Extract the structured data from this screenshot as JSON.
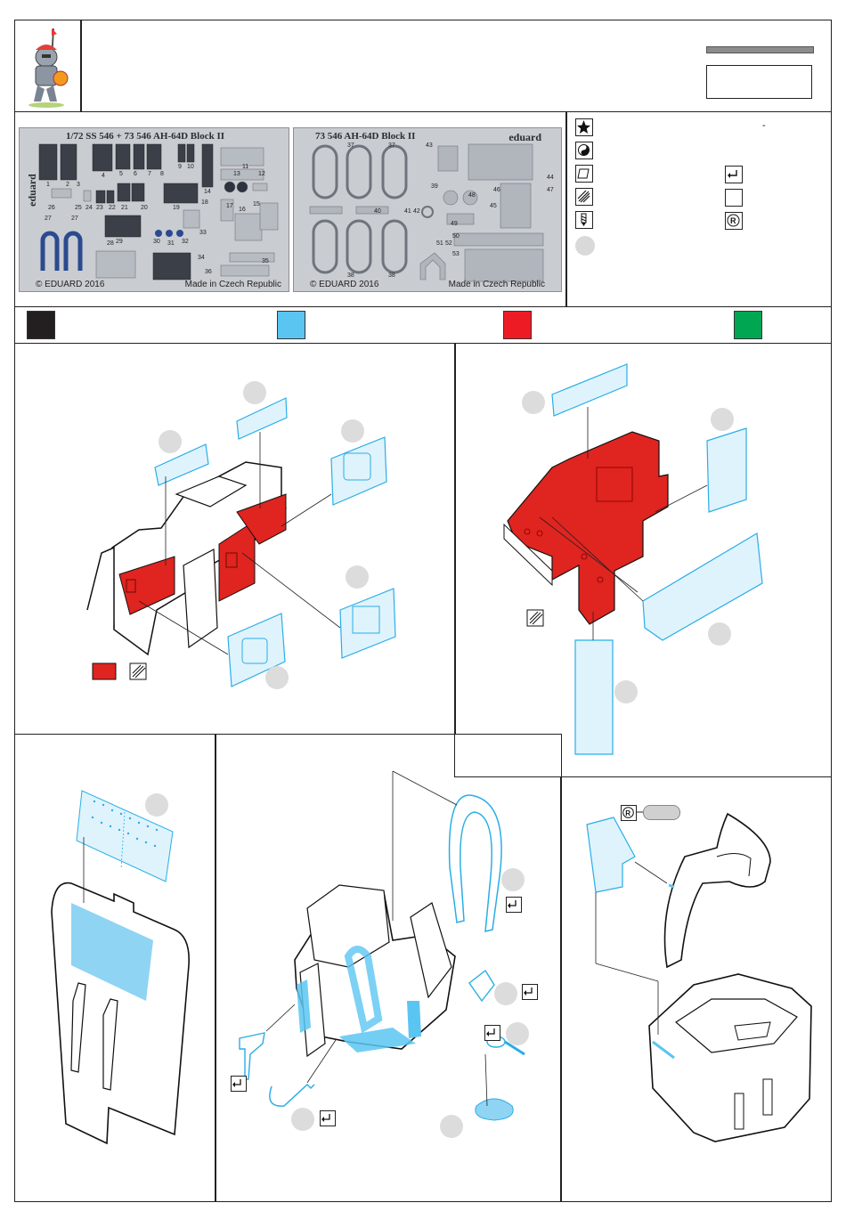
{
  "page": {
    "background": "#ffffff"
  },
  "header": {
    "logo_icon": "knight-mascot-icon",
    "title_bar_color": "#8c8c8c"
  },
  "frets": {
    "left": {
      "title": "1/72   SS 546 + 73 546   AH-64D Block II",
      "brand": "eduard",
      "copyright": "© EDUARD 2016",
      "made_in": "Made in Czech Republic",
      "part_numbers": [
        "1",
        "2",
        "3",
        "4",
        "5",
        "6",
        "7",
        "8",
        "9",
        "10",
        "11",
        "12",
        "13",
        "14",
        "15",
        "16",
        "17",
        "18",
        "19",
        "20",
        "21",
        "22",
        "23",
        "24",
        "25",
        "26",
        "27",
        "27",
        "28",
        "29",
        "30",
        "31",
        "32",
        "33",
        "34",
        "35",
        "36"
      ]
    },
    "right": {
      "title": "73 546   AH-64D Block II",
      "brand": "eduard",
      "copyright": "© EDUARD 2016",
      "made_in": "Made in Czech Republic",
      "part_numbers": [
        "37",
        "37",
        "38",
        "38",
        "39",
        "40",
        "41",
        "42",
        "43",
        "44",
        "45",
        "46",
        "47",
        "48",
        "49",
        "50",
        "51",
        "52",
        "53"
      ]
    }
  },
  "legend_icons": [
    "star-icon",
    "yin-yang-icon",
    "paper-icon",
    "hatched-icon",
    "drill-icon",
    "gray-circle-icon"
  ],
  "legend_icons_right": [
    "bend-icon",
    "blank-square-icon",
    "resin-r-icon"
  ],
  "legend_dash": "-",
  "colors": [
    {
      "name": "black",
      "hex": "#231f20"
    },
    {
      "name": "light-blue",
      "hex": "#5bc5f2"
    },
    {
      "name": "red",
      "hex": "#ed1c24"
    },
    {
      "name": "green",
      "hex": "#00a651"
    }
  ]
}
